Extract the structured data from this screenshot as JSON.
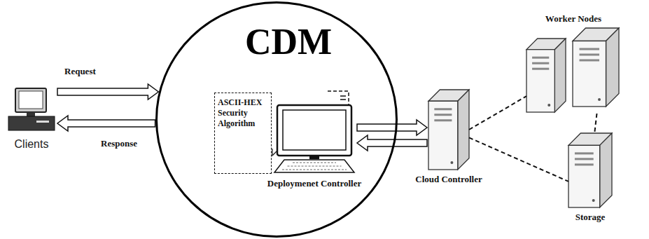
{
  "diagram": {
    "nodes": [
      {
        "text": [
          "Clients"
        ]
      },
      {
        "text": [
          "CDM"
        ]
      },
      {
        "text": [
          "ASCII-HEX Security Algorithm"
        ],
        "in": 1
      },
      {
        "text": [
          "Deploymenet Controller"
        ],
        "in": 1
      },
      {
        "text": [
          "Cloud Controller"
        ]
      },
      {
        "text": [
          "Worker Nodes"
        ]
      },
      {
        "text": [
          "Storage"
        ]
      }
    ],
    "edges": [
      {
        "from": 0,
        "to": 1,
        "arrow": "to",
        "label": "Request"
      },
      {
        "from": 1,
        "to": 0,
        "arrow": "to",
        "label": "Response"
      },
      {
        "from": 3,
        "to": 4,
        "arrow": "to"
      },
      {
        "from": 4,
        "to": 3,
        "arrow": "to"
      },
      {
        "from": 4,
        "to": 5,
        "arrow": "none"
      },
      {
        "from": 4,
        "to": 6,
        "arrow": "none"
      },
      {
        "from": 5,
        "to": 6,
        "arrow": "none"
      }
    ]
  }
}
